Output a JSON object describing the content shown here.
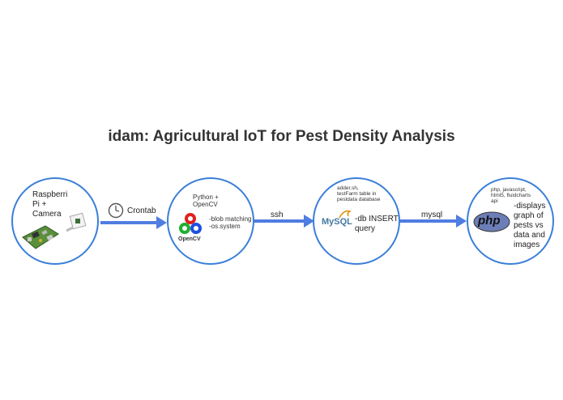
{
  "title": "idam: Agricultural IoT for Pest Density Analysis",
  "nodes": [
    {
      "label_lines": [
        "Raspberri",
        "Pi +",
        "Camera"
      ]
    },
    {
      "top_lines": [
        "Python +",
        "OpenCV"
      ],
      "logo_text": "OpenCV",
      "notes": [
        "-blob matching",
        "-os.system"
      ]
    },
    {
      "top_lines": [
        "adder.sh,",
        "testFarm table in",
        "pestdata database"
      ],
      "logo_text": "MySQL",
      "notes": [
        "-db INSERT",
        "query"
      ]
    },
    {
      "top_lines": [
        "php, javascript,",
        "html5, fluidcharts",
        "api"
      ],
      "logo_text": "php",
      "notes": [
        "-displays",
        "graph of",
        "pests vs",
        "data and",
        "images"
      ]
    }
  ],
  "edges": [
    {
      "label": "Crontab",
      "icon": "clock-icon"
    },
    {
      "label": "ssh"
    },
    {
      "label": "mysql"
    }
  ],
  "colors": {
    "node_border": "#3a7fd8",
    "arrow": "#4f7de0"
  }
}
